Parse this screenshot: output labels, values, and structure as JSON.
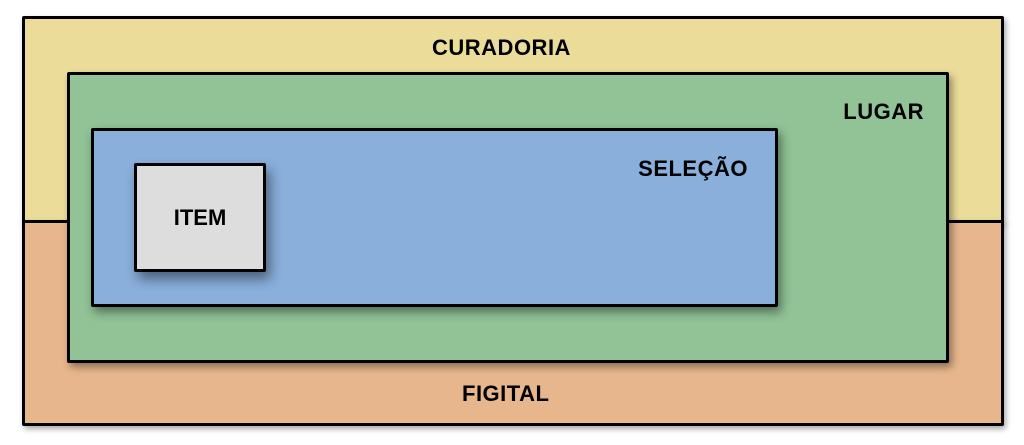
{
  "labels": {
    "curadoria": "CURADORIA",
    "figital": "FIGITAL",
    "lugar": "LUGAR",
    "selecao": "SELEÇÃO",
    "item": "ITEM"
  },
  "colors": {
    "curadoria": "#ebdd99",
    "figital": "#e7b68c",
    "lugar": "#91c397",
    "selecao": "#8aafdb",
    "item": "#dddddd"
  }
}
